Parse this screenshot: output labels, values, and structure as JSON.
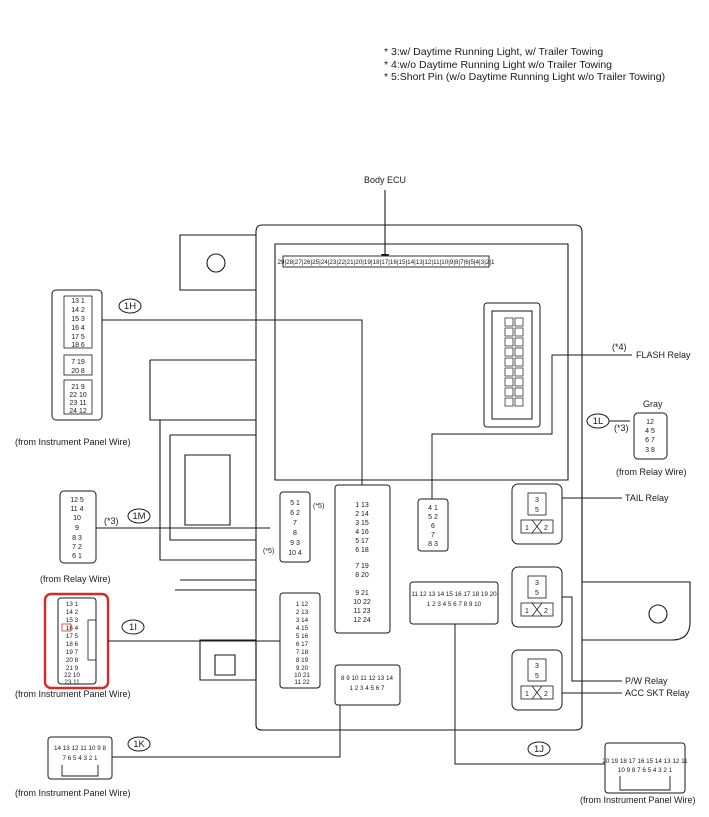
{
  "notes": [
    "* 3:w/ Daytime Running Light, w/ Trailer Towing",
    "* 4:w/o Daytime Running Light w/o Trailer Towing",
    "* 5:Short Pin (w/o Daytime Running Light w/o Trailer Towing)"
  ],
  "labels": {
    "body_ecu": "Body ECU",
    "flash_relay": "FLASH Relay",
    "flash_note": "(*4)",
    "gray": "Gray",
    "tail_relay": "TAIL Relay",
    "pw_relay": "P/W Relay",
    "acc_skt_relay": "ACC SKT Relay",
    "from_ip_1h": "(from Instrument Panel Wire)",
    "from_relay_1l": "(from Relay Wire)",
    "from_relay_1m": "(from Relay Wire)",
    "from_ip_1i": "(from Instrument Panel Wire)",
    "from_ip_1k": "(from Instrument Panel Wire)",
    "from_ip_1j": "(from Instrument Panel Wire)",
    "star3_1l": "(*3)",
    "star3_1m": "(*3)",
    "star5_top": "(*5)",
    "star5_bottom": "(*5)"
  },
  "codes": {
    "c1h": "1H",
    "c1l": "1L",
    "c1m": "1M",
    "c1i": "1I",
    "c1k": "1K",
    "c1j": "1J"
  },
  "pins": {
    "ecu_row": "29|28|27|26|25|24|23|22|21|20|19|18|17|16|15|14|13|12|11|10|9|8|7|6|5|4|3|2|1",
    "h_rows": [
      "13 1",
      "14 2",
      "15 3",
      "16 4",
      "17 5",
      "18 6",
      "7 19",
      "20 8",
      "21 9",
      "22 10",
      "23 11",
      "24 12"
    ],
    "l_rows": [
      "12",
      "4 5",
      "6 7",
      "3 8"
    ],
    "m_rows": [
      "12 5",
      "11 4",
      "10",
      "9",
      "8 3",
      "7 2",
      "6 1"
    ],
    "i_rows": [
      "13 1",
      "14 2",
      "15 3",
      "16 4",
      "17 5",
      "18 6",
      "19 7",
      "20 8",
      "21 9",
      "22 10",
      "23 11"
    ],
    "k_rows": [
      "14 13 12 11 10 9 8",
      "7 6 5 4 3 2 1"
    ],
    "j_rows": [
      "20 19 18 17 16 15 14 13 12 11",
      "10 9 8 7 6 5 4 3 2 1"
    ],
    "center_rows": [
      "1 13",
      "2 14",
      "3 15",
      "4 16",
      "5 17",
      "6 18",
      "7 19",
      "8 20",
      "9 21",
      "10 22",
      "11 23",
      "12 24"
    ],
    "right_rows": [
      "11 12 13 14 15 16 17 18 19 20",
      "1 2 3 4 5 6 7 8 9 10"
    ],
    "bottom_rows": [
      "8 9 10 11 12 13 14",
      "1 2 3 4 5 6 7"
    ],
    "small_rows": [
      "4 1",
      "5 2",
      "6",
      "7",
      "8 3"
    ],
    "left_rows": [
      "5 1",
      "6 2",
      "7",
      "8",
      "9 3",
      "10 4"
    ],
    "inner_rows": [
      "1 12",
      "2 13",
      "3 14",
      "4 15",
      "5 16",
      "6 17",
      "7 18",
      "8 19",
      "9 20",
      "10 21",
      "11 22"
    ],
    "relay_a": "3",
    "relay_b": "5",
    "relay_c": "1",
    "relay_d": "2"
  },
  "colors": {
    "line": "#1a1a1a",
    "highlight": "#d42a2a",
    "red_pin": "#c0392b"
  }
}
